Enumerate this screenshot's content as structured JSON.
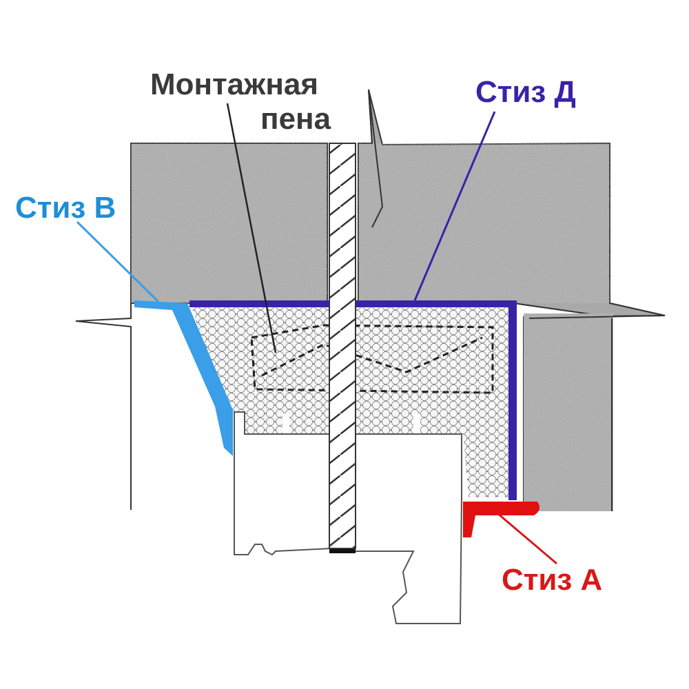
{
  "labels": {
    "foam_line1": "Монтажная",
    "foam_line2": "пена",
    "stiz_d": "Стиз Д",
    "stiz_b": "Стиз В",
    "stiz_a": "Стиз А"
  },
  "colors": {
    "concrete": "#a8a8a8",
    "foam": "#d8d8d8",
    "stiz_d": "#3a22a8",
    "stiz_b": "#3a9ee8",
    "stiz_a": "#e01010",
    "text_dark": "#3a3a3a"
  }
}
